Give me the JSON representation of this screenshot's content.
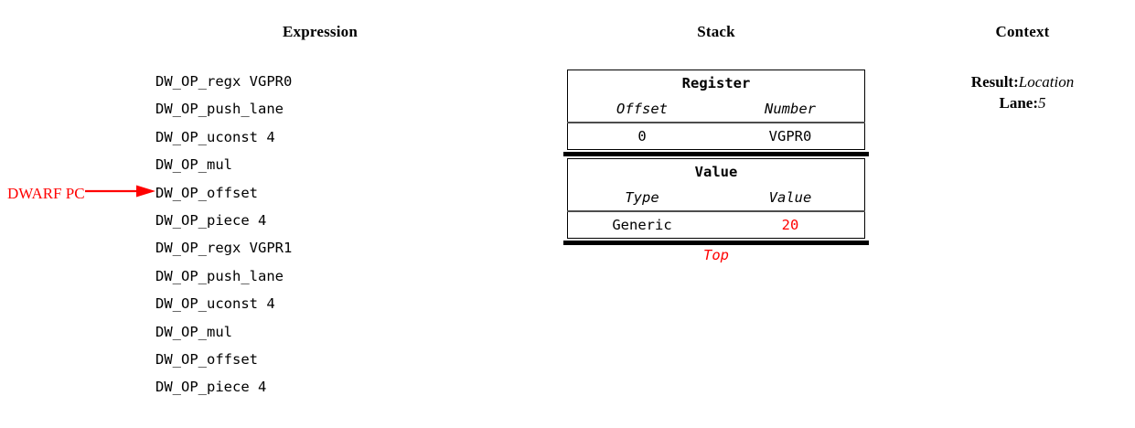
{
  "columns": {
    "expression_heading": "Expression",
    "stack_heading": "Stack",
    "context_heading": "Context"
  },
  "expression": {
    "lines": [
      "DW_OP_regx VGPR0",
      "DW_OP_push_lane",
      "DW_OP_uconst 4",
      "DW_OP_mul",
      "DW_OP_offset",
      "DW_OP_piece 4",
      "DW_OP_regx VGPR1",
      "DW_OP_push_lane",
      "DW_OP_uconst 4",
      "DW_OP_mul",
      "DW_OP_offset",
      "DW_OP_piece 4"
    ],
    "pc_marker": {
      "label": "DWARF PC",
      "points_at_line_index": 4,
      "color": "#ff0000"
    }
  },
  "stack": {
    "entries": [
      {
        "title": "Register",
        "col_headers": [
          "Offset",
          "Number"
        ],
        "cells": [
          "0",
          "VGPR0"
        ],
        "cell_colors": [
          "#000000",
          "#000000"
        ]
      },
      {
        "title": "Value",
        "col_headers": [
          "Type",
          "Value"
        ],
        "cells": [
          "Generic",
          "20"
        ],
        "cell_colors": [
          "#000000",
          "#ff0000"
        ]
      }
    ],
    "top_label": "Top",
    "top_label_color": "#ff0000"
  },
  "context": {
    "rows": [
      {
        "key": "Result:",
        "value": "Location"
      },
      {
        "key": "Lane:",
        "value": "5"
      }
    ]
  },
  "colors": {
    "background": "#ffffff",
    "text": "#000000",
    "highlight": "#ff0000",
    "rule": "#4d4d4d"
  }
}
